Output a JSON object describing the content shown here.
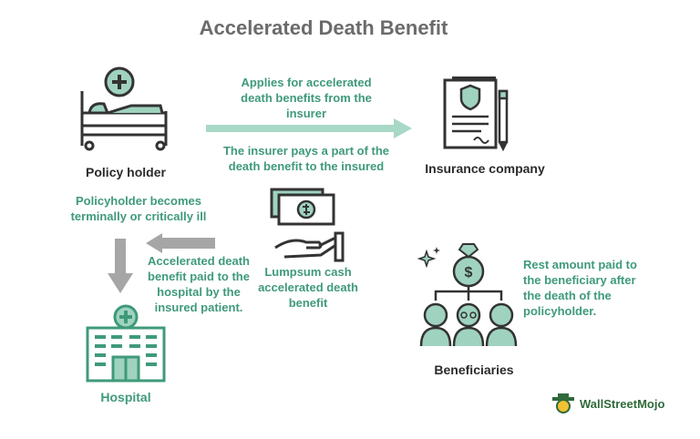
{
  "title": "Accelerated Death Benefit",
  "nodes": {
    "policy_holder": "Policy holder",
    "insurance_company": "Insurance company",
    "hospital": "Hospital",
    "beneficiaries": "Beneficiaries",
    "lumpsum": [
      "Lumpsum cash",
      "accelerated death",
      "benefit"
    ]
  },
  "labels": {
    "applies": [
      "Applies for accelerated",
      "death benefits from the",
      "insurer"
    ],
    "insurer_pays": [
      "The insurer pays a part of the",
      "death benefit to the insured"
    ],
    "terminally_ill": [
      "Policyholder becomes",
      "terminally or critically ill"
    ],
    "paid_hospital": [
      "Accelerated death",
      "benefit paid to the",
      "hospital by the",
      "insured patient."
    ],
    "rest_amount": [
      "Rest amount paid to",
      "the beneficiary after",
      "the death of the",
      "policyholder."
    ]
  },
  "brand": {
    "name": "WallStreetMojo"
  },
  "colors": {
    "accent": "#3f9a7a",
    "arrow_green": "#a8d8c6",
    "arrow_gray": "#a6a6a6",
    "title": "#6b6b6b",
    "icon_stroke": "#333333",
    "icon_fill": "#9fd3bf"
  }
}
